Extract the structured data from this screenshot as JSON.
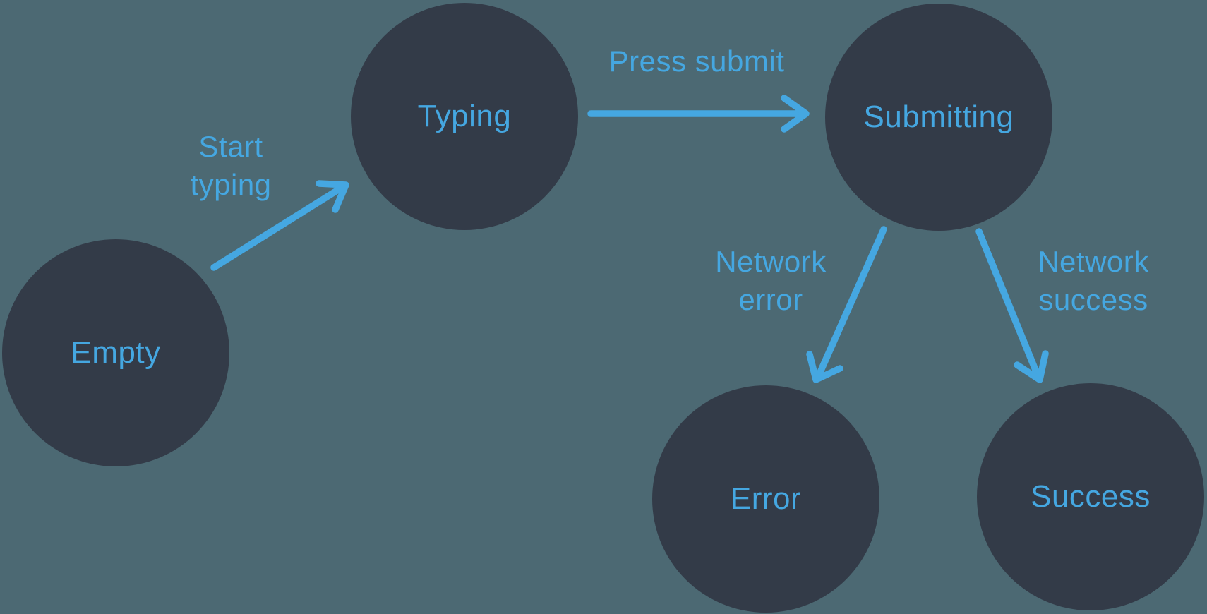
{
  "colors": {
    "background": "#4C6973",
    "node_fill": "#333B48",
    "accent": "#45A7E1"
  },
  "diagram": {
    "type": "state-machine",
    "states": [
      {
        "id": "empty",
        "label": "Empty"
      },
      {
        "id": "typing",
        "label": "Typing"
      },
      {
        "id": "submitting",
        "label": "Submitting"
      },
      {
        "id": "error",
        "label": "Error"
      },
      {
        "id": "success",
        "label": "Success"
      }
    ],
    "transitions": [
      {
        "from": "empty",
        "to": "typing",
        "label": "Start typing",
        "lines": [
          "Start",
          "typing"
        ]
      },
      {
        "from": "typing",
        "to": "submitting",
        "label": "Press submit",
        "lines": [
          "Press submit"
        ]
      },
      {
        "from": "submitting",
        "to": "error",
        "label": "Network error",
        "lines": [
          "Network",
          "error"
        ]
      },
      {
        "from": "submitting",
        "to": "success",
        "label": "Network success",
        "lines": [
          "Network",
          "success"
        ]
      }
    ]
  }
}
